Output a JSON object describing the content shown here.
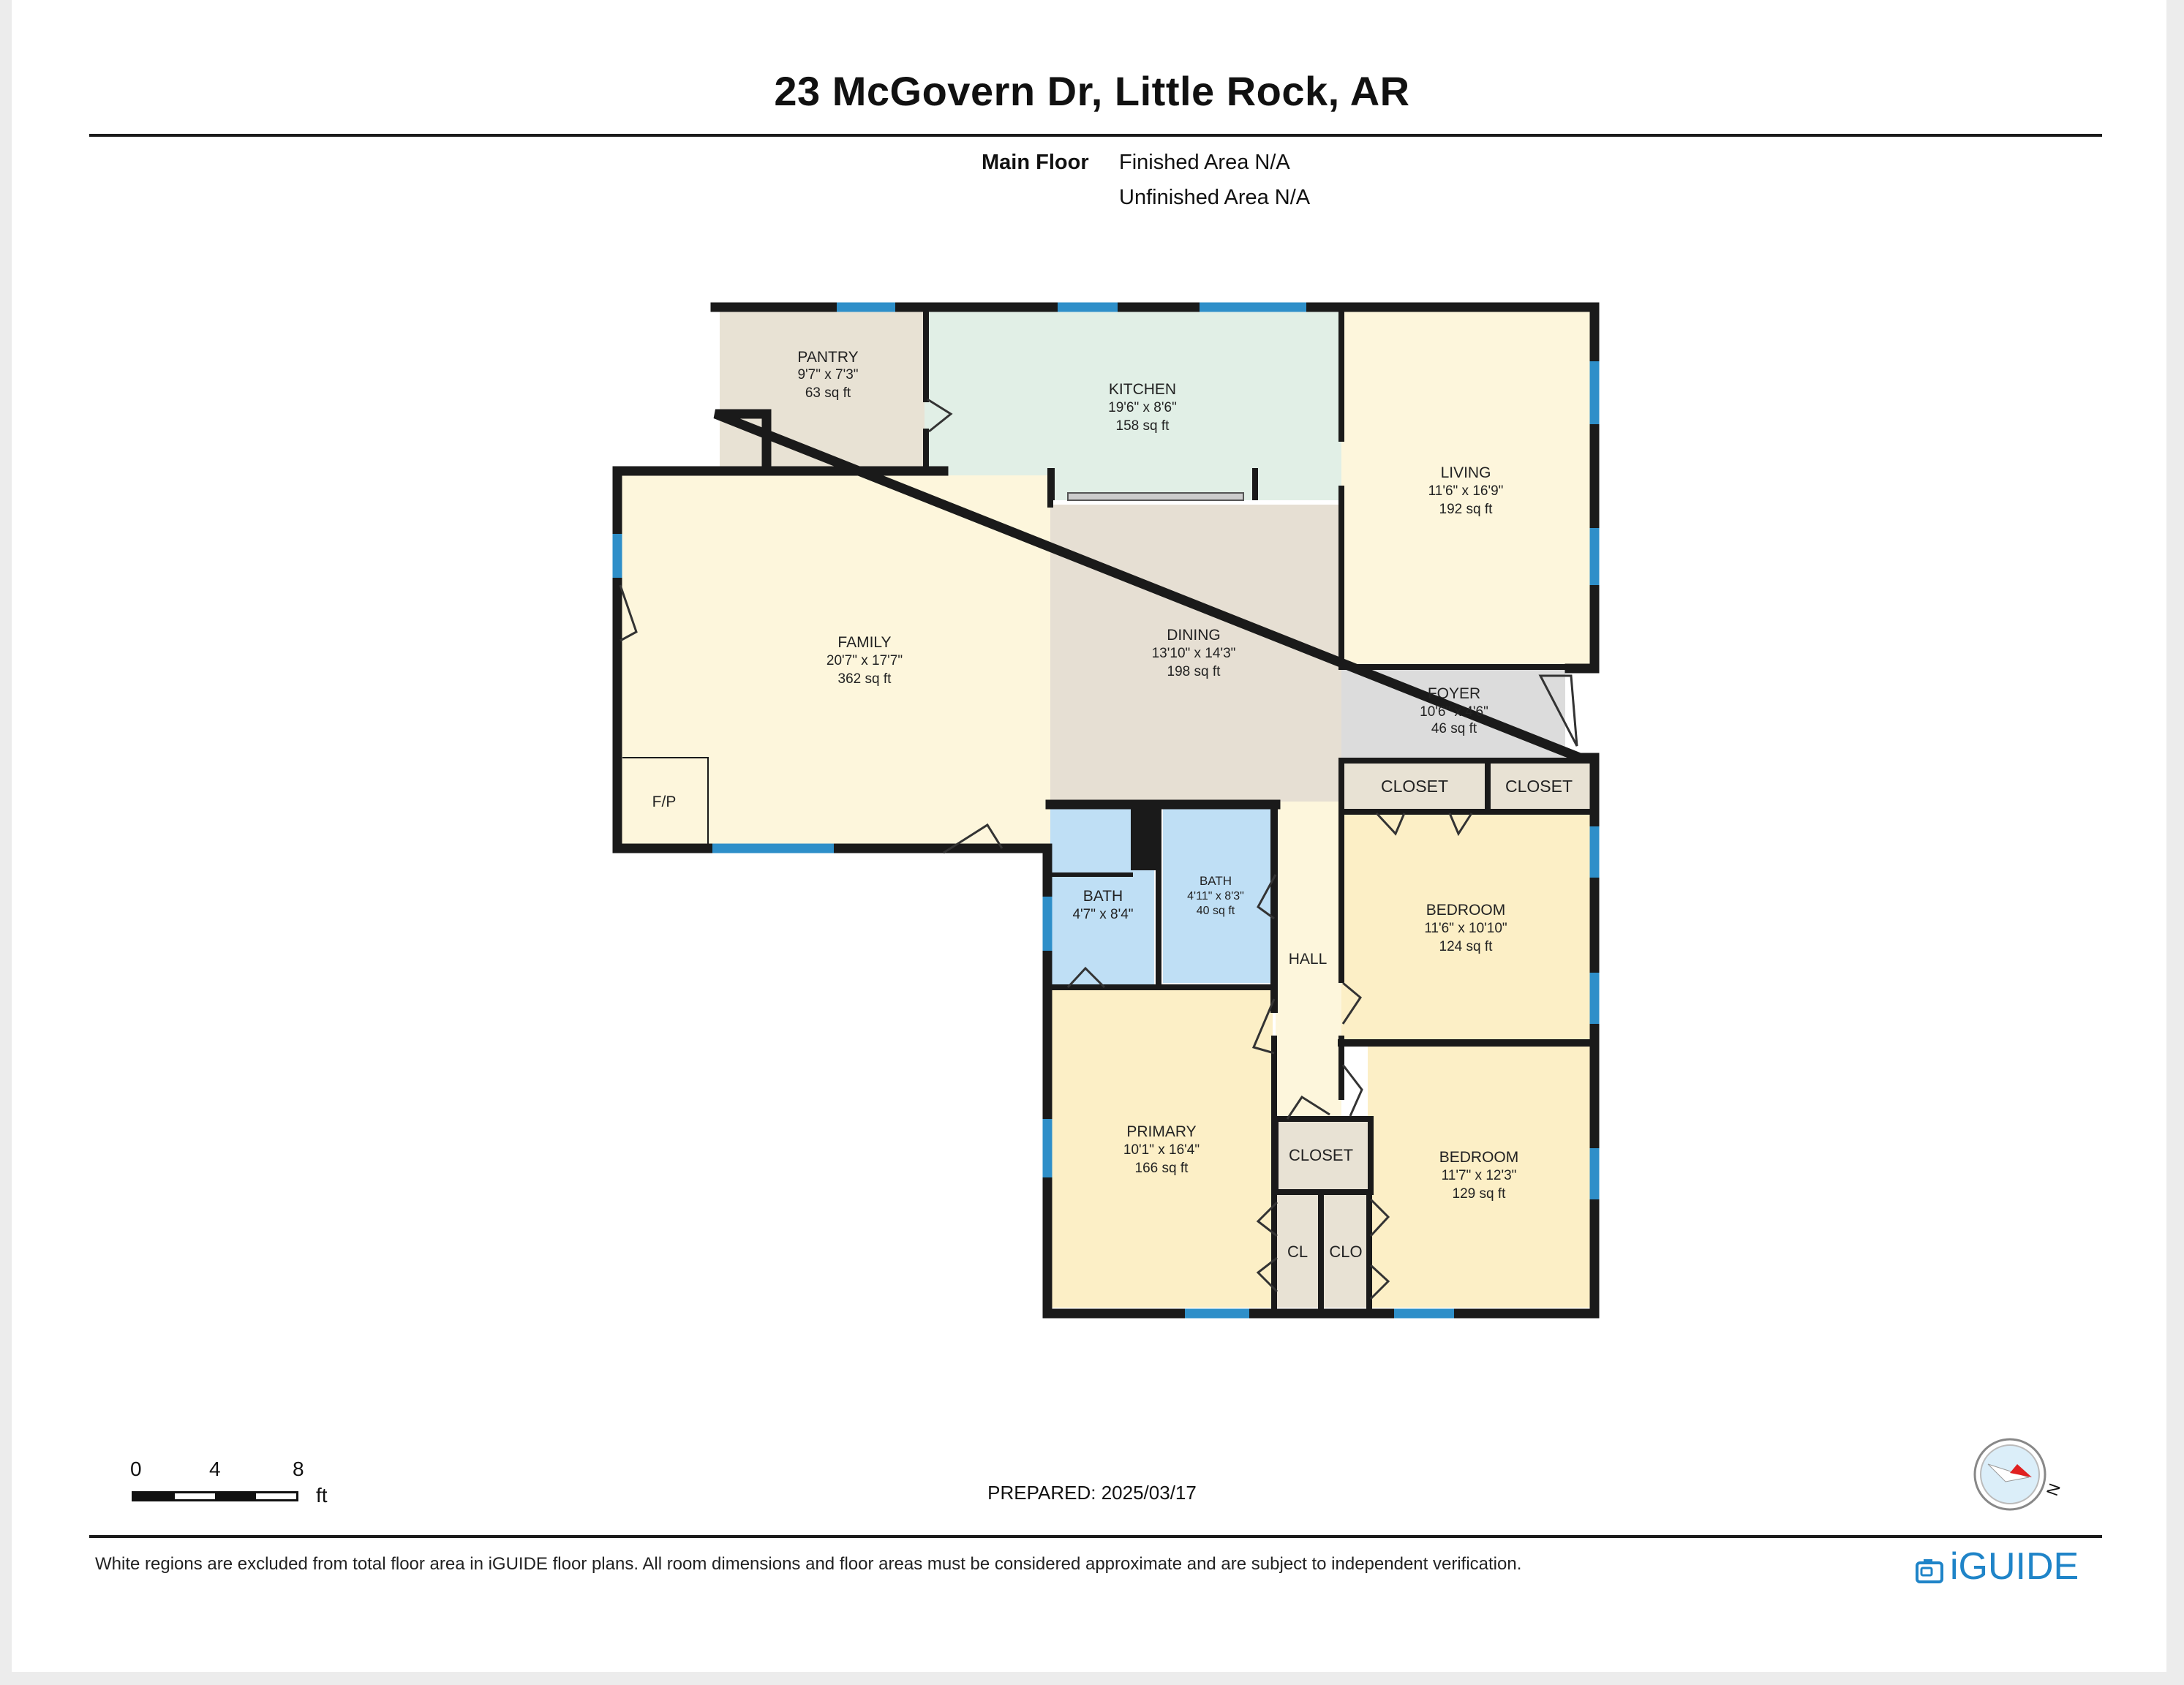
{
  "header": {
    "title": "23 McGovern Dr, Little Rock, AR",
    "floor_name": "Main Floor",
    "finished_area": "Finished Area N/A",
    "unfinished_area": "Unfinished Area N/A"
  },
  "colors": {
    "wall": "#1a1a1a",
    "window": "#2e8fc9",
    "pantry": "#e8e2d4",
    "kitchen": "#e1efe6",
    "living": "#fdf6dc",
    "family": "#fdf6dc",
    "dining": "#e6dfd3",
    "foyer": "#dcdcdc",
    "closet": "#e8e2d4",
    "bedroom": "#fcefc6",
    "bath": "#bfdff5",
    "hall": "#fdf6dc"
  },
  "rooms": {
    "pantry": {
      "name": "PANTRY",
      "dims": "9'7\" x 7'3\"",
      "area": "63 sq ft"
    },
    "kitchen": {
      "name": "KITCHEN",
      "dims": "19'6\" x 8'6\"",
      "area": "158 sq ft"
    },
    "living": {
      "name": "LIVING",
      "dims": "11'6\" x 16'9\"",
      "area": "192 sq ft"
    },
    "family": {
      "name": "FAMILY",
      "dims": "20'7\" x 17'7\"",
      "area": "362 sq ft"
    },
    "fireplace": {
      "name": "F/P"
    },
    "dining": {
      "name": "DINING",
      "dims": "13'10\" x 14'3\"",
      "area": "198 sq ft"
    },
    "foyer": {
      "name": "FOYER",
      "dims": "10'6\" x 4'6\"",
      "area": "46 sq ft"
    },
    "closet_1": {
      "name": "CLOSET"
    },
    "closet_2": {
      "name": "CLOSET"
    },
    "bedroom_1": {
      "name": "BEDROOM",
      "dims": "11'6\" x 10'10\"",
      "area": "124 sq ft"
    },
    "bath_1": {
      "name": "BATH",
      "dims": "4'7\" x 8'4\""
    },
    "bath_2": {
      "name": "BATH",
      "dims": "4'11\" x 8'3\"",
      "area": "40 sq ft"
    },
    "hall": {
      "name": "HALL"
    },
    "primary": {
      "name": "PRIMARY",
      "dims": "10'1\" x 16'4\"",
      "area": "166 sq ft"
    },
    "closet_3": {
      "name": "CLOSET"
    },
    "cl": {
      "name": "CL"
    },
    "clo": {
      "name": "CLO"
    },
    "bedroom_2": {
      "name": "BEDROOM",
      "dims": "11'7\" x 12'3\"",
      "area": "129 sq ft"
    }
  },
  "scale": {
    "labels": [
      "0",
      "4",
      "8"
    ],
    "unit": "ft"
  },
  "footer": {
    "prepared": "PREPARED: 2025/03/17",
    "disclaimer": "White regions are excluded from total floor area in iGUIDE floor plans. All room dimensions and floor areas must be considered approximate and are subject to independent verification.",
    "brand": "iGUIDE",
    "compass_letter": "N"
  }
}
